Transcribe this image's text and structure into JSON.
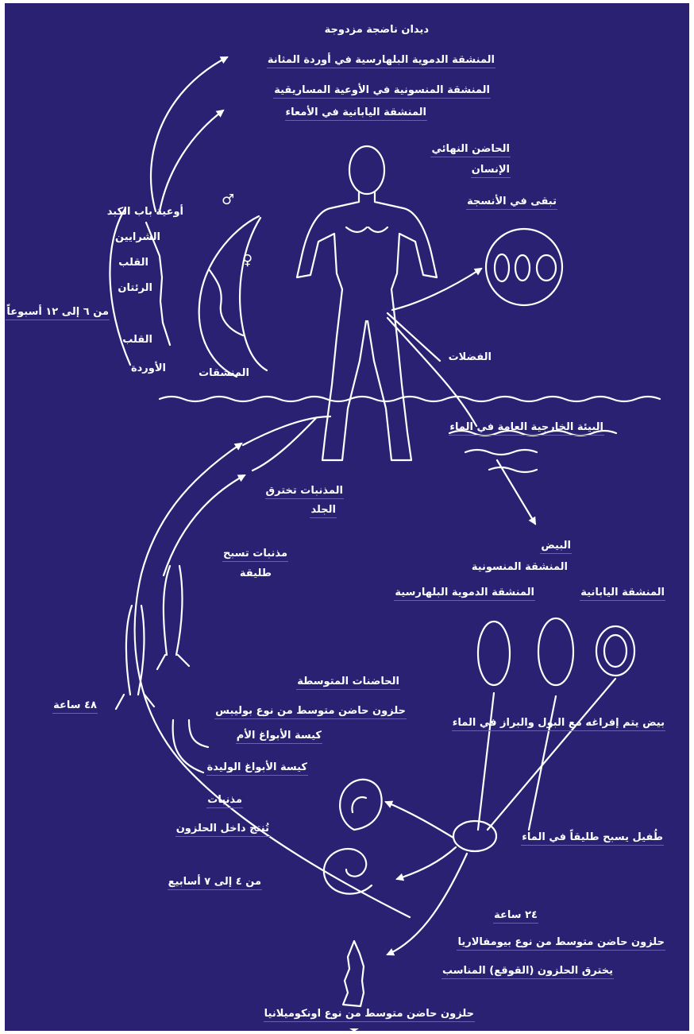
{
  "colors": {
    "background": "#2a2172",
    "line": "#ffffff",
    "underline": "#6a5fb5"
  },
  "labels": {
    "adult_worms": "ديدان ناضجة مزدوجة",
    "haematobium_veins": "المنشقة الدموية البلهارسية في أوردة المثانة",
    "mansoni_vessels": "المنشقة المنسونية في الأوعية المساريقية",
    "japonicum_gut": "المنشقة اليابانية في الأمعاء",
    "definitive_host_1": "الحاضن النهائي",
    "definitive_host_2": "الإنسان",
    "remain_tissues": "تبقى في الأنسجة",
    "portal_vessels": "أوعية باب الكبد",
    "arteries": "الشرايين",
    "heart_1": "القلب",
    "lungs": "الرئتان",
    "heart_2": "القلب",
    "veins": "الأوردة",
    "weeks_6_12": "من ٦ إلى ١٢ أسبوعاً",
    "schistosomes": "المنشقات",
    "excreta": "الفضلات",
    "water_env": "البيئة الخارجية العامة في الماء",
    "cercariae_penetrate_1": "المذنبات تخترق",
    "cercariae_penetrate_2": "الجلد",
    "free_swim_1": "مذنبات تسبح",
    "free_swim_2": "طليقة",
    "eggs": "البيض",
    "mansoni": "المنشقة المنسونية",
    "haematobium": "المنشقة الدموية البلهارسية",
    "japonicum": "المنشقة اليابانية",
    "intermediate_hosts": "الحاضنات المتوسطة",
    "bulinus_snail": "حلزون حاضن متوسط من نوع بوليبس",
    "eggs_excreted": "بيض يتم إفراغه مع البول والبراز في الماء",
    "mother_sporocyst": "كيسة الأبواغ الأم",
    "hours_48": "٤٨ ساعة",
    "daughter_sporocyst": "كيسة الأبواغ الوليدة",
    "cercariae": "مذنبات",
    "miracidium": "طُفيل يسبح طليقاً في الماء",
    "develop_in_snail": "تُنتج داخل الحلزون",
    "weeks_4_7": "من ٤ إلى ٧ أسابيع",
    "hours_24": "٢٤ ساعة",
    "biomphalaria_snail": "حلزون حاضن متوسط من نوع بيومفالاريا",
    "penetrate_snail": "يخترق الحلزون (القوقع) المناسب",
    "oncomelania_snail": "حلزون حاضن متوسط من نوع اونكوميلانيا",
    "male_symbol": "♂",
    "female_symbol": "♀"
  }
}
